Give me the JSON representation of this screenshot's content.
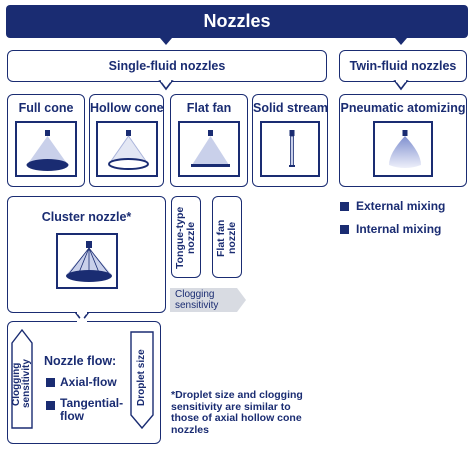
{
  "title": "Nozzles",
  "groups": {
    "single_fluid": "Single-fluid nozzles",
    "twin_fluid": "Twin-fluid nozzles"
  },
  "nozzles": {
    "full_cone": "Full cone",
    "hollow_cone": "Hollow cone",
    "flat_fan": "Flat fan",
    "solid_stream": "Solid stream",
    "pneumatic": "Pneumatic atomizing",
    "cluster": "Cluster nozzle*",
    "tongue_line1": "Tongue-type",
    "tongue_line2": "nozzle",
    "flatfan2_line1": "Flat fan",
    "flatfan2_line2": "nozzle"
  },
  "twin_options": [
    "External mixing",
    "Internal mixing"
  ],
  "clogging_label_line1": "Clogging",
  "clogging_label_line2": "sensitivity",
  "legend": {
    "clog_line1": "Clogging",
    "clog_line2": "sensitivity",
    "flow_title": "Nozzle flow:",
    "axial": "Axial-flow",
    "tangential_line1": "Tangential-",
    "tangential_line2": "flow",
    "droplet": "Droplet size"
  },
  "footnote": [
    "*Droplet size and clogging",
    "sensitivity are similar to",
    "those of axial hollow cone",
    "nozzles"
  ],
  "colors": {
    "navy": "#1a2c72",
    "grey": "#d8dbe2",
    "spray_light": "#c9d0ea"
  }
}
